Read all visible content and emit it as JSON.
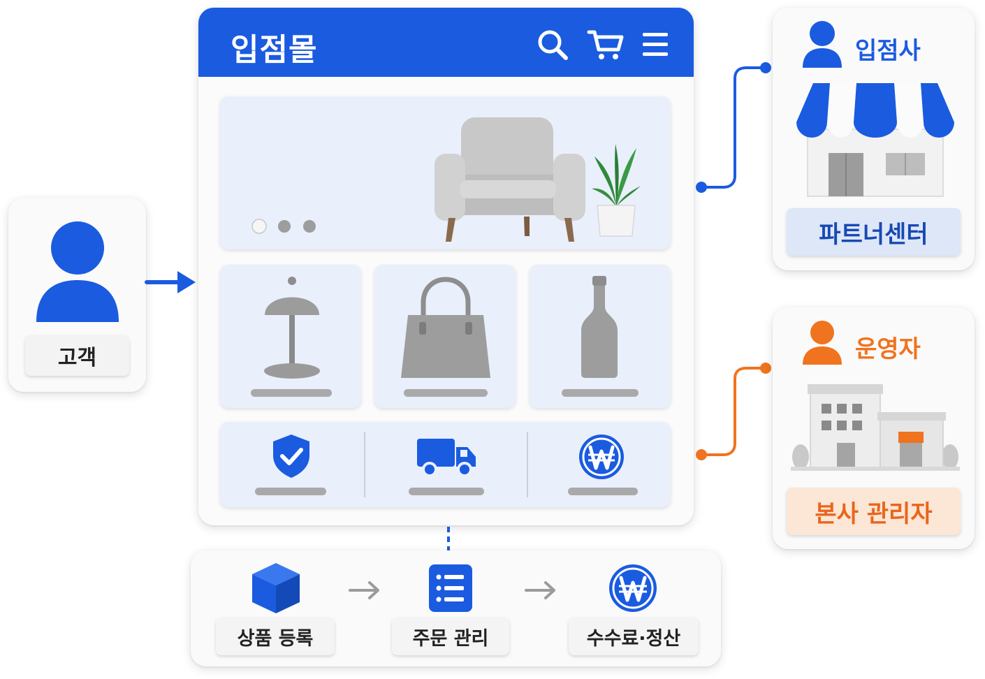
{
  "mall": {
    "title": "입점몰",
    "header_color": "#1a5be0",
    "header_icons": [
      "search-icon",
      "cart-icon",
      "menu-icon"
    ]
  },
  "customer": {
    "label": "고객"
  },
  "vendor": {
    "role": "입점사",
    "label": "파트너센터",
    "color": "#1a5be0"
  },
  "operator": {
    "role": "운영자",
    "label": "본사 관리자",
    "color": "#f0731f"
  },
  "banner": {
    "slides": 3,
    "active_slide": 1,
    "icons": [
      "armchair-icon",
      "plant-icon"
    ]
  },
  "products": [
    "lamp-icon",
    "handbag-icon",
    "bottle-icon"
  ],
  "features": [
    "shield-check-icon",
    "delivery-truck-icon",
    "won-coin-icon"
  ],
  "flow": {
    "steps": [
      {
        "icon": "cube-icon",
        "label": "상품 등록"
      },
      {
        "icon": "list-icon",
        "label": "주문 관리"
      },
      {
        "icon": "won-coin-icon",
        "label": "수수료·정산"
      }
    ]
  }
}
